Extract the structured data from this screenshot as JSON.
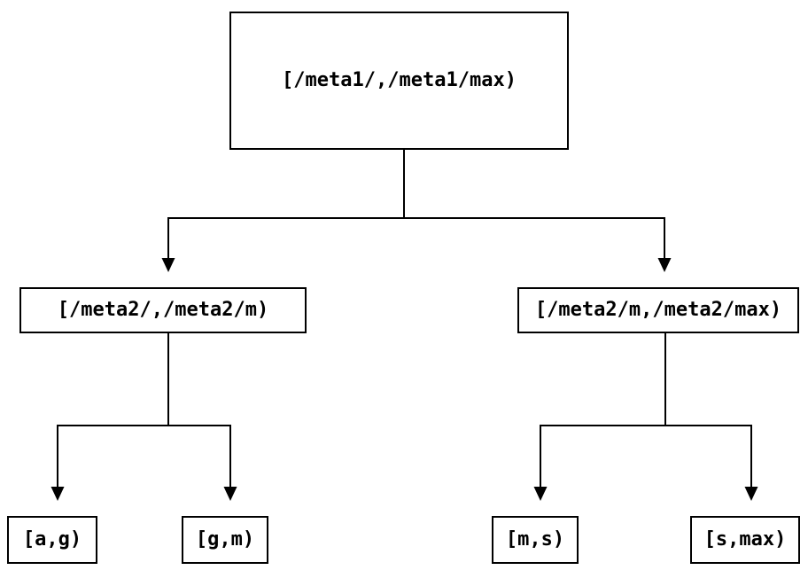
{
  "diagram": {
    "type": "tree",
    "background_color": "#ffffff",
    "line_color": "#000000",
    "text_color": "#000000",
    "nodes": {
      "root": {
        "label": "[/meta1/,/meta1/max)"
      },
      "level2_left": {
        "label": "[/meta2/,/meta2/m)"
      },
      "level2_right": {
        "label": "[/meta2/m,/meta2/max)"
      },
      "leaf_ag": {
        "label": "[a,g)"
      },
      "leaf_gm": {
        "label": "[g,m)"
      },
      "leaf_ms": {
        "label": "[m,s)"
      },
      "leaf_smax": {
        "label": "[s,max)"
      }
    },
    "edges": [
      {
        "from": "[/meta1/,/meta1/max)",
        "to": "[/meta2/,/meta2/m)"
      },
      {
        "from": "[/meta1/,/meta1/max)",
        "to": "[/meta2/m,/meta2/max)"
      },
      {
        "from": "[/meta2/,/meta2/m)",
        "to": "[a,g)"
      },
      {
        "from": "[/meta2/,/meta2/m)",
        "to": "[g,m)"
      },
      {
        "from": "[/meta2/m,/meta2/max)",
        "to": "[m,s)"
      },
      {
        "from": "[/meta2/m,/meta2/max)",
        "to": "[s,max)"
      }
    ]
  }
}
